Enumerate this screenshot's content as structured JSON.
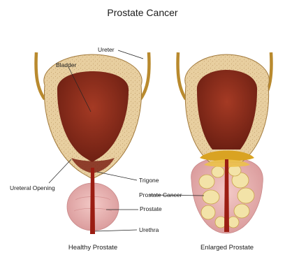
{
  "title": "Prostate Cancer",
  "labels": {
    "ureter": "Ureter",
    "bladder": "Bladder",
    "ureteral_opening": "Ureteral Opening",
    "trigone": "Trigone",
    "prostate_cancer": "Prostate Cancer",
    "prostate": "Prostate",
    "urethra": "Urethra"
  },
  "captions": {
    "healthy": "Healthy Prostate",
    "enlarged": "Enlarged Prostate"
  },
  "colors": {
    "bladder_wall": "#e8cfa0",
    "bladder_inner": "#8e2f1e",
    "prostate": "#ecb6b4",
    "ureter": "#c99a3a",
    "urethra": "#9b1d12",
    "tumor": "#f1e0a6",
    "tumor_band": "#d9a322"
  }
}
